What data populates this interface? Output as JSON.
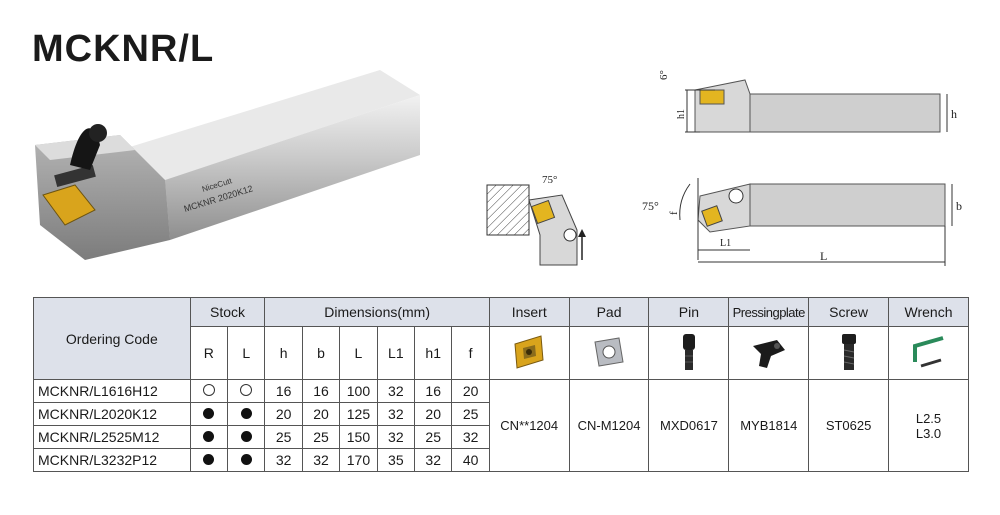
{
  "title": "MCKNR/L",
  "photo": {
    "brand": "NiceCutt",
    "engraving": "MCKNR 2020K12"
  },
  "diagram": {
    "side_labels": {
      "angle_top": "6°",
      "h1": "h1",
      "h": "h"
    },
    "front_labels": {
      "angle": "75°"
    },
    "top_labels": {
      "angle": "75°",
      "f": "f",
      "b": "b",
      "L1": "L1",
      "L": "L"
    }
  },
  "table": {
    "headers": {
      "ordering_code": "Ordering Code",
      "stock": "Stock",
      "stock_sub": [
        "R",
        "L"
      ],
      "dimensions": "Dimensions(mm)",
      "dimension_cols": [
        "h",
        "b",
        "L",
        "L1",
        "h1",
        "f"
      ],
      "insert": "Insert",
      "pad": "Pad",
      "pin": "Pin",
      "pressingplate": "Pressingplate",
      "screw": "Screw",
      "wrench": "Wrench"
    },
    "rows": [
      {
        "code": "MCKNR/L1616H12",
        "stock_r": "open",
        "stock_l": "open",
        "h": "16",
        "b": "16",
        "L": "100",
        "L1": "32",
        "h1": "16",
        "f": "20"
      },
      {
        "code": "MCKNR/L2020K12",
        "stock_r": "filled",
        "stock_l": "filled",
        "h": "20",
        "b": "20",
        "L": "125",
        "L1": "32",
        "h1": "20",
        "f": "25"
      },
      {
        "code": "MCKNR/L2525M12",
        "stock_r": "filled",
        "stock_l": "filled",
        "h": "25",
        "b": "25",
        "L": "150",
        "L1": "32",
        "h1": "25",
        "f": "32"
      },
      {
        "code": "MCKNR/L3232P12",
        "stock_r": "filled",
        "stock_l": "filled",
        "h": "32",
        "b": "32",
        "L": "170",
        "L1": "35",
        "h1": "32",
        "f": "40"
      }
    ],
    "accessories": {
      "insert": "CN**1204",
      "pad": "CN-M1204",
      "pin": "MXD0617",
      "pressingplate": "MYB1814",
      "screw": "ST0625",
      "wrench_1": "L2.5",
      "wrench_2": "L3.0"
    }
  },
  "colors": {
    "header_bg": "#dde1ea",
    "insert_gold": "#d9a41c",
    "wrench_green": "#2a8a5a"
  }
}
